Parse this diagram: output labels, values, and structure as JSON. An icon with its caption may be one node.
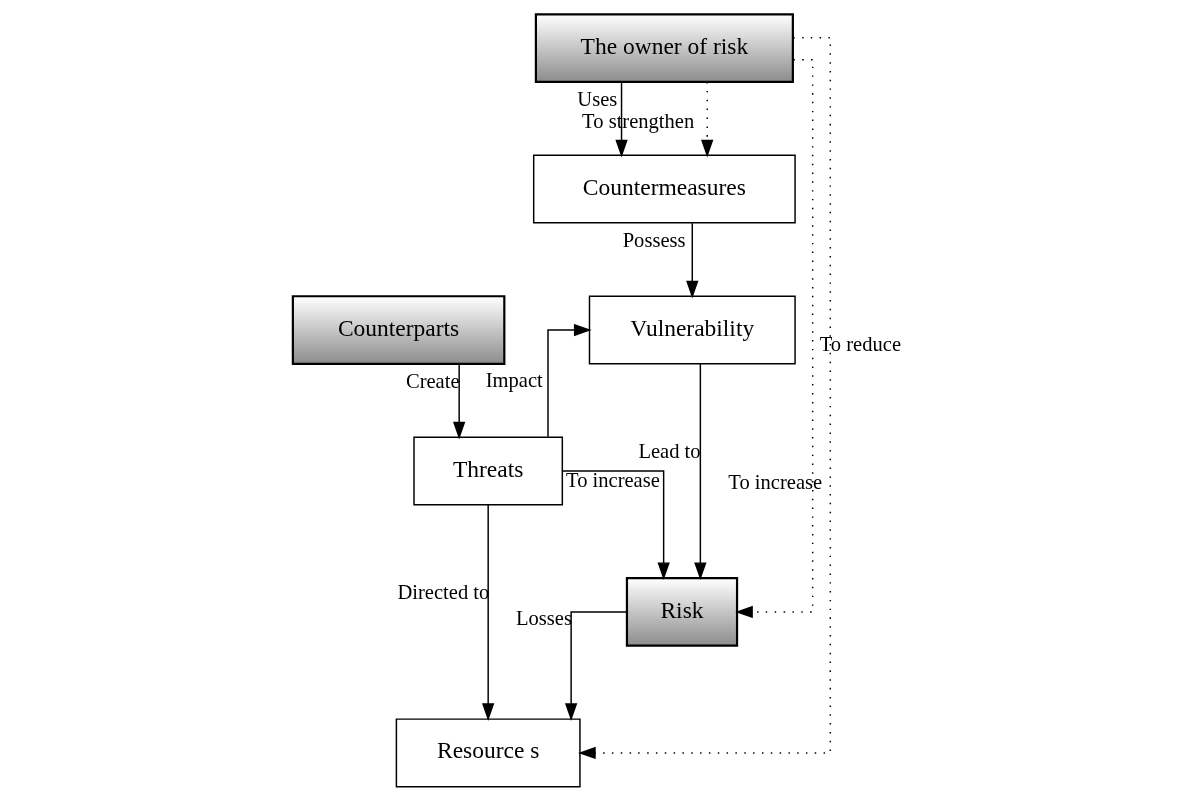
{
  "diagram": {
    "nodes": [
      {
        "text": [
          "The owner of risk"
        ]
      },
      {
        "text": [
          "Countermeasures"
        ]
      },
      {
        "text": [
          "Vulnerability"
        ]
      },
      {
        "text": [
          "Counterparts"
        ]
      },
      {
        "text": [
          "Threats"
        ]
      },
      {
        "text": [
          "Risk"
        ]
      },
      {
        "text": [
          "Resource s"
        ]
      }
    ],
    "edges": [
      {
        "from": 0,
        "to": 1,
        "arrow": "to",
        "label": "Uses"
      },
      {
        "from": 1,
        "to": 2,
        "arrow": "to",
        "label": "Possess"
      },
      {
        "from": 4,
        "to": 2,
        "arrow": "to",
        "label": "Impact"
      },
      {
        "from": 3,
        "to": 4,
        "arrow": "to",
        "label": "Create"
      },
      {
        "from": 2,
        "to": 5,
        "arrow": "to",
        "label": "Lead to"
      },
      {
        "from": 4,
        "to": 5,
        "arrow": "to",
        "label": "To increase"
      },
      {
        "from": 5,
        "to": 6,
        "arrow": "to",
        "label": "Losses"
      },
      {
        "from": 4,
        "to": 6,
        "arrow": "to",
        "label": "Directed to"
      },
      {
        "from": 0,
        "to": 1,
        "arrow": "to",
        "label": "To strengthen",
        "style": "dashed"
      },
      {
        "from": 0,
        "to": 5,
        "arrow": "to",
        "label": "To reduce",
        "style": "dashed"
      },
      {
        "from": 0,
        "to": 6,
        "arrow": "to",
        "label": "To increase",
        "style": "dashed"
      }
    ]
  }
}
